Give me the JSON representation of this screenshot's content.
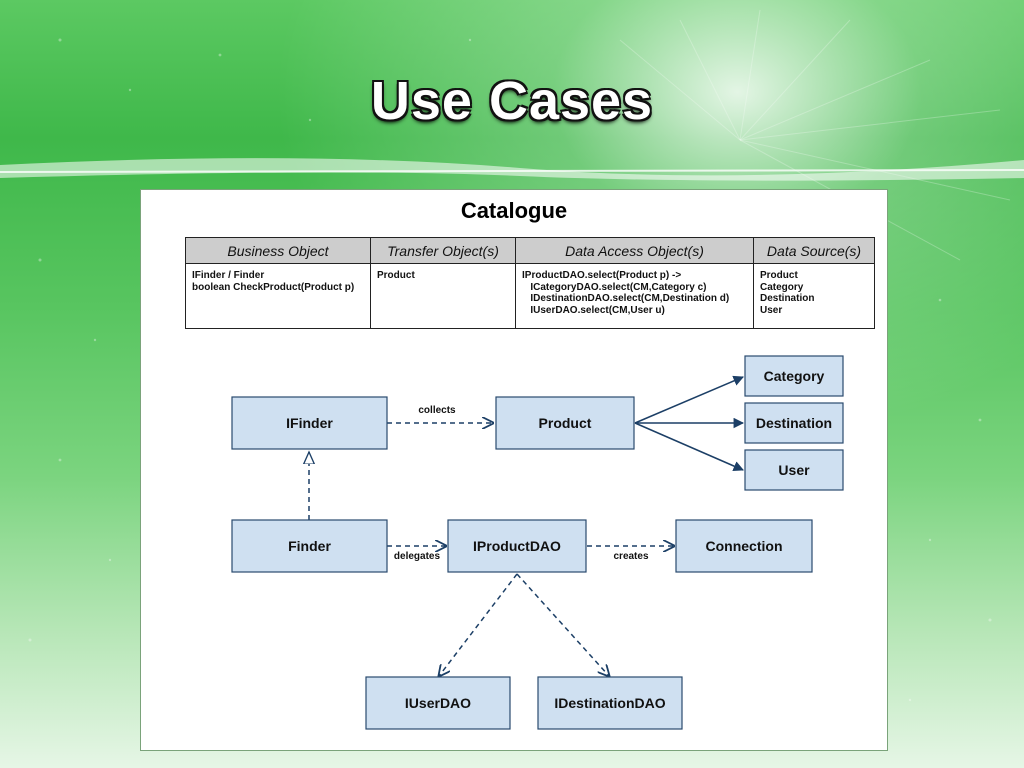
{
  "slide": {
    "title": "Use Cases"
  },
  "panel": {
    "title": "Catalogue",
    "table": {
      "headers": [
        "Business Object",
        "Transfer Object(s)",
        "Data Access Object(s)",
        "Data Source(s)"
      ],
      "row": [
        [
          "IFinder / Finder",
          "boolean CheckProduct(Product p)"
        ],
        [
          "Product"
        ],
        [
          "IProductDAO.select(Product p) ->",
          "   ICategoryDAO.select(CM,Category c)",
          "   IDestinationDAO.select(CM,Destination d)",
          "   IUserDAO.select(CM,User u)"
        ],
        [
          "Product",
          "Category",
          "Destination",
          "User"
        ]
      ]
    }
  },
  "diagram": {
    "nodes": {
      "ifinder": "IFinder",
      "product": "Product",
      "category": "Category",
      "destination": "Destination",
      "user": "User",
      "finder": "Finder",
      "iproductdao": "IProductDAO",
      "connection": "Connection",
      "iuserdao": "IUserDAO",
      "idestinationdao": "IDestinationDAO"
    },
    "edges": {
      "collects": "collects",
      "delegates": "delegates",
      "creates": "creates"
    },
    "colors": {
      "node_fill": "#cfe0f1",
      "node_stroke": "#2a4a6e",
      "edge": "#1c3f66"
    }
  }
}
